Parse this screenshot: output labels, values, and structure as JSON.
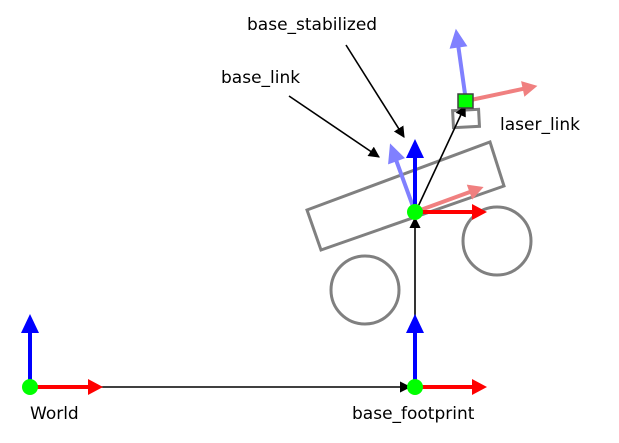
{
  "labels": {
    "base_stabilized": "base_stabilized",
    "base_link": "base_link",
    "laser_link": "laser_link",
    "world": "World",
    "base_footprint": "base_footprint"
  },
  "colors": {
    "x_axis": "#ff0000",
    "y_axis": "#0000ff",
    "x_axis_faded": "#f08080",
    "y_axis_faded": "#8080ff",
    "origin": "#00ff00",
    "robot_outline": "#808080",
    "link_arrow": "#000000"
  }
}
